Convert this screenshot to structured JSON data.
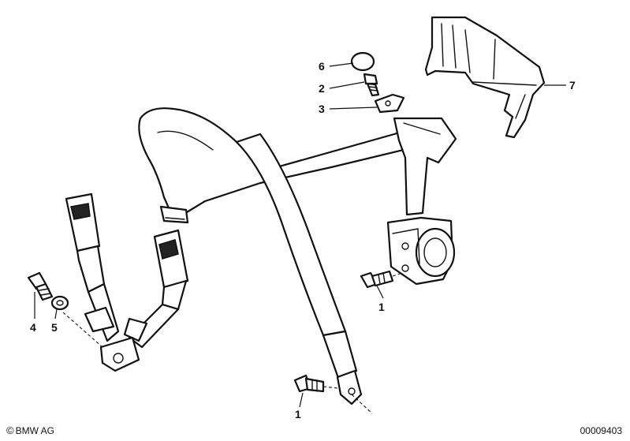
{
  "callouts": [
    {
      "id": "callout-6",
      "label": "6"
    },
    {
      "id": "callout-2",
      "label": "2"
    },
    {
      "id": "callout-3",
      "label": "3"
    },
    {
      "id": "callout-7",
      "label": "7"
    },
    {
      "id": "callout-1-retractor",
      "label": "1"
    },
    {
      "id": "callout-4",
      "label": "4"
    },
    {
      "id": "callout-5",
      "label": "5"
    },
    {
      "id": "callout-1-anchor",
      "label": "1"
    }
  ],
  "footer": {
    "copyright_symbol": "©",
    "copyright": "BMW AG",
    "drawing_number": "00009403"
  }
}
